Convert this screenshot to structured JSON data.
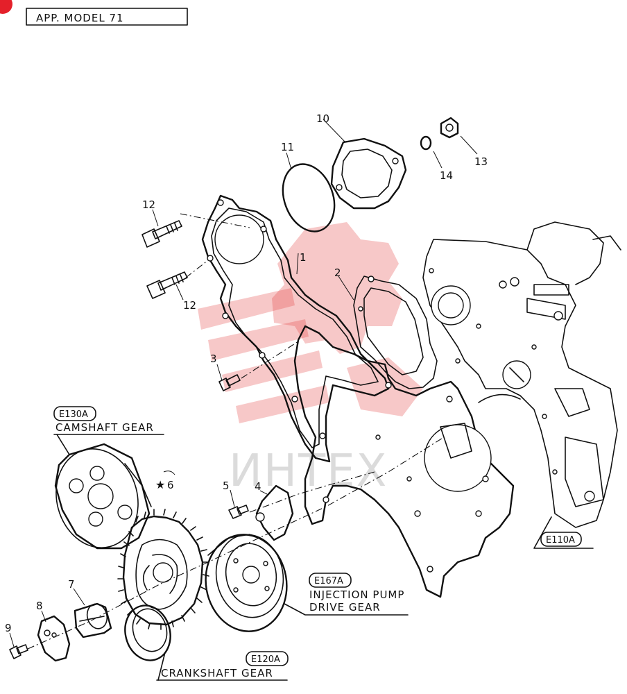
{
  "header": {
    "app_model": "APP. MODEL   71"
  },
  "watermark": {
    "text": "ИНТЕХ",
    "color": "#e43a3a"
  },
  "part_numbers": {
    "p1": "1",
    "p2": "2",
    "p3": "3",
    "p4": "4",
    "p5": "5",
    "p6": "6",
    "p7": "7",
    "p8": "8",
    "p9": "9",
    "p10": "10",
    "p11": "11",
    "p12a": "12",
    "p12b": "12",
    "p13": "13",
    "p14": "14"
  },
  "callouts": {
    "camshaft": {
      "code": "E130A",
      "name": "CAMSHAFT  GEAR"
    },
    "injection": {
      "code": "E167A",
      "line1": "INJECTION PUMP",
      "line2": "DRIVE  GEAR"
    },
    "crankshaft": {
      "code": "E120A",
      "name": "CRANKSHAFT  GEAR"
    },
    "block": {
      "code": "E110A"
    }
  },
  "icons": {
    "star": "star-icon",
    "corner": "red-corner-mark"
  }
}
